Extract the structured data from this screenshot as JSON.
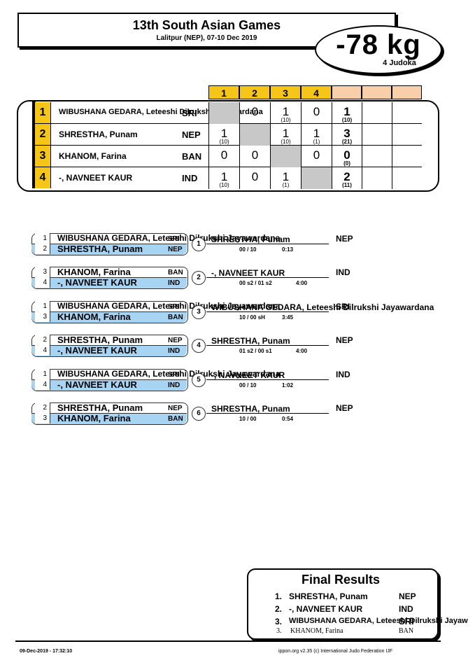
{
  "header": {
    "title": "13th South Asian Games",
    "subtitle": "Lalitpur (NEP), 07-10 Dec 2019",
    "weight": "-78 kg",
    "judoka": "4 Judoka"
  },
  "pool": {
    "columns": [
      "1",
      "2",
      "3",
      "4"
    ],
    "rows": [
      {
        "num": "1",
        "name": "WIBUSHANA GEDARA, Leteeshi Dilrukshi Jayawardana",
        "country": "SRI",
        "cells": [
          {
            "v": "",
            "s": "",
            "grey": true
          },
          {
            "v": "0",
            "s": ""
          },
          {
            "v": "1",
            "s": "(10)"
          },
          {
            "v": "0",
            "s": ""
          }
        ],
        "total": "1",
        "total_sub": "(10)"
      },
      {
        "num": "2",
        "name": "SHRESTHA, Punam",
        "country": "NEP",
        "cells": [
          {
            "v": "1",
            "s": "(10)"
          },
          {
            "v": "",
            "s": "",
            "grey": true
          },
          {
            "v": "1",
            "s": "(10)"
          },
          {
            "v": "1",
            "s": "(1)"
          }
        ],
        "total": "3",
        "total_sub": "(21)"
      },
      {
        "num": "3",
        "name": "KHANOM, Farina",
        "country": "BAN",
        "cells": [
          {
            "v": "0",
            "s": ""
          },
          {
            "v": "0",
            "s": ""
          },
          {
            "v": "",
            "s": "",
            "grey": true
          },
          {
            "v": "0",
            "s": ""
          }
        ],
        "total": "0",
        "total_sub": "(0)"
      },
      {
        "num": "4",
        "name": "-, NAVNEET KAUR",
        "country": "IND",
        "cells": [
          {
            "v": "1",
            "s": "(10)"
          },
          {
            "v": "0",
            "s": ""
          },
          {
            "v": "1",
            "s": "(1)"
          },
          {
            "v": "",
            "s": "",
            "grey": true
          }
        ],
        "total": "2",
        "total_sub": "(11)"
      }
    ]
  },
  "contests": [
    {
      "n": "1",
      "a_num": "1",
      "a_name": "WIBUSHANA GEDARA, Leteeshi Dilrukshi Jayawardana",
      "a_ctry": "SRI",
      "b_num": "2",
      "b_name": "SHRESTHA, Punam",
      "b_ctry": "NEP",
      "winner": "SHRESTHA, Punam",
      "winner_ctry": "NEP",
      "score": "00 / 10",
      "time": "0:13"
    },
    {
      "n": "2",
      "a_num": "3",
      "a_name": "KHANOM, Farina",
      "a_ctry": "BAN",
      "b_num": "4",
      "b_name": "-, NAVNEET KAUR",
      "b_ctry": "IND",
      "winner": "-, NAVNEET KAUR",
      "winner_ctry": "IND",
      "score": "00 s2 / 01 s2",
      "time": "4:00"
    },
    {
      "n": "3",
      "a_num": "1",
      "a_name": "WIBUSHANA GEDARA, Leteeshi Dilrukshi Jayawardana",
      "a_ctry": "SRI",
      "b_num": "3",
      "b_name": "KHANOM, Farina",
      "b_ctry": "BAN",
      "winner": "WIBUSHANA GEDARA, Leteeshi Dilrukshi Jayawardana",
      "winner_ctry": "SRI",
      "score": "10 / 00 sH",
      "time": "3:45"
    },
    {
      "n": "4",
      "a_num": "2",
      "a_name": "SHRESTHA, Punam",
      "a_ctry": "NEP",
      "b_num": "4",
      "b_name": "-, NAVNEET KAUR",
      "b_ctry": "IND",
      "winner": "SHRESTHA, Punam",
      "winner_ctry": "NEP",
      "score": "01 s2 / 00 s1",
      "time": "4:00"
    },
    {
      "n": "5",
      "a_num": "1",
      "a_name": "WIBUSHANA GEDARA, Leteeshi Dilrukshi Jayawardana",
      "a_ctry": "SRI",
      "b_num": "4",
      "b_name": "-, NAVNEET KAUR",
      "b_ctry": "IND",
      "winner": "-, NAVNEET KAUR",
      "winner_ctry": "IND",
      "score": "00 / 10",
      "time": "1:02"
    },
    {
      "n": "6",
      "a_num": "2",
      "a_name": "SHRESTHA, Punam",
      "a_ctry": "NEP",
      "b_num": "3",
      "b_name": "KHANOM, Farina",
      "b_ctry": "BAN",
      "winner": "SHRESTHA, Punam",
      "winner_ctry": "NEP",
      "score": "10 / 00",
      "time": "0:54"
    }
  ],
  "final": {
    "title": "Final Results",
    "items": [
      {
        "rank": "1.",
        "name": "SHRESTHA, Punam",
        "country": "NEP"
      },
      {
        "rank": "2.",
        "name": "-, NAVNEET KAUR",
        "country": "IND"
      },
      {
        "rank": "3.",
        "name": "WIBUSHANA GEDARA, Leteeshi Dilrukshi Jayaw",
        "country": "SRI"
      },
      {
        "rank": "3.",
        "name": "KHANOM, Farina",
        "country": "BAN"
      }
    ]
  },
  "footer": {
    "datetime": "09-Dec-2019 - 17:32:10",
    "credit": "ippon.org v2.35  (c) International Judo Federation IJF"
  },
  "colors": {
    "yellow": "#f5c518",
    "peach": "#f8cfa8",
    "blue": "#a8d4f4",
    "grey": "#c8c8c8"
  }
}
